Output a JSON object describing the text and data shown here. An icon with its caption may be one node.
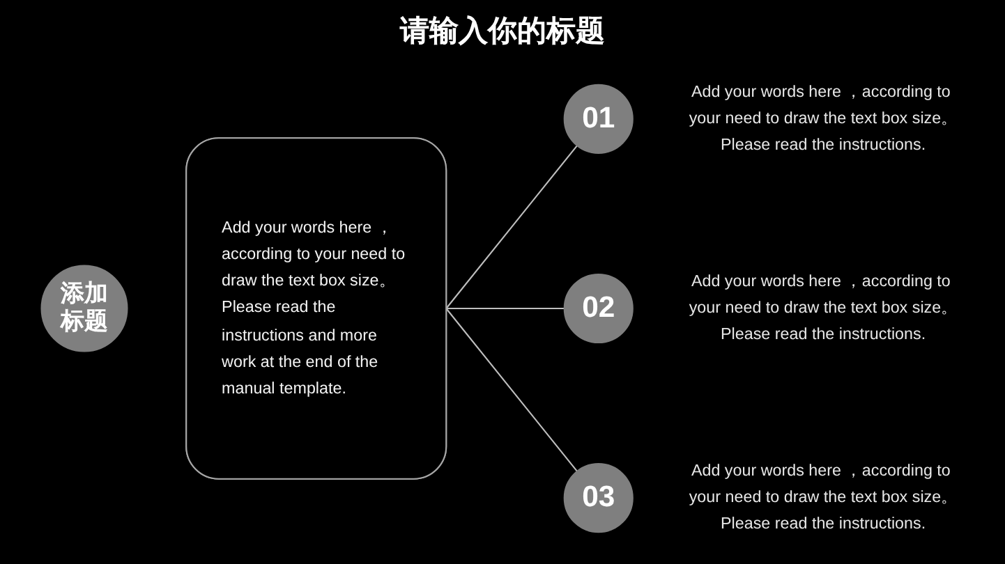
{
  "diagram": {
    "title": "请输入你的标题",
    "nodes": [
      {
        "text": [
          "添加标题"
        ]
      },
      {
        "text": [
          "Add your words here ，according to your need to draw the text box size。Please read the instructions and more work at the end of the manual template."
        ]
      },
      {
        "text": [
          "01"
        ],
        "beside": [
          "Add your words here ，according to your need to draw the text box size。Please read the instructions."
        ]
      },
      {
        "text": [
          "02"
        ],
        "beside": [
          "Add your words here ，according to your need to draw the text box size。Please read the instructions."
        ]
      },
      {
        "text": [
          "03"
        ],
        "beside": [
          "Add your words here ，according to your need to draw the text box size。Please read the instructions."
        ]
      }
    ],
    "edges": [
      {
        "from": 1,
        "to": 2,
        "arrow": "none"
      },
      {
        "from": 1,
        "to": 3,
        "arrow": "none"
      },
      {
        "from": 1,
        "to": 4,
        "arrow": "none"
      }
    ]
  }
}
